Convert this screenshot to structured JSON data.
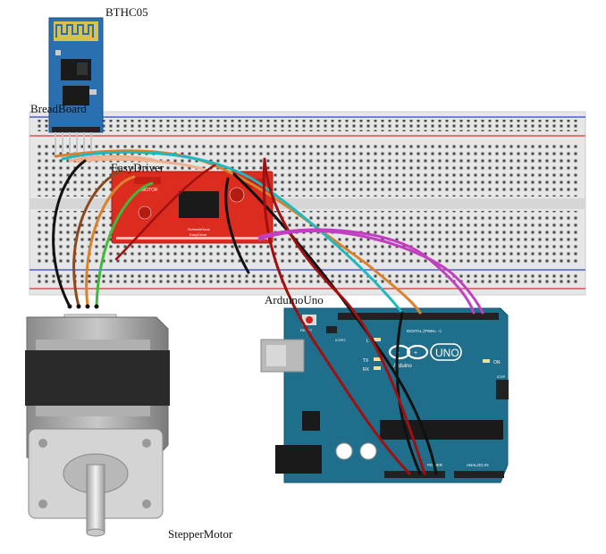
{
  "labels": {
    "bt_module": "BTHC05",
    "breadboard": "BreadBoard",
    "driver": "EasyDriver",
    "arduino": "ArduinoUno",
    "motor": "StepperMotor"
  },
  "board_text": {
    "uno": "UNO",
    "arduino": "Arduino",
    "digital": "DIGITAL (PWM= ~)",
    "analog": "ANALOG IN",
    "power": "POWER",
    "on": "ON",
    "tx": "TX",
    "rx": "RX",
    "l": "L",
    "reset": "RESET",
    "icsp": "ICSP",
    "icsp2": "ICSP2",
    "motor": "MOTOR",
    "easydriver": "EasyDriver",
    "schmalz": "SchmalzHaus"
  },
  "colors": {
    "breadboard": "#e9e9e9",
    "rail_red": "#d9534f",
    "rail_blue": "#4a60c8",
    "bt_blue": "#2a6fb0",
    "driver_red": "#dc2b1f",
    "arduino_teal": "#1f6e8b",
    "motor_gray": "#9a9a9a",
    "wire_black": "#111111",
    "wire_brown": "#8b4a1e",
    "wire_orange": "#d9822b",
    "wire_green": "#3dbb3d",
    "wire_red": "#a01010",
    "wire_cyan": "#20b8c0",
    "wire_magenta": "#c040c0",
    "wire_peach": "#f0b090"
  }
}
